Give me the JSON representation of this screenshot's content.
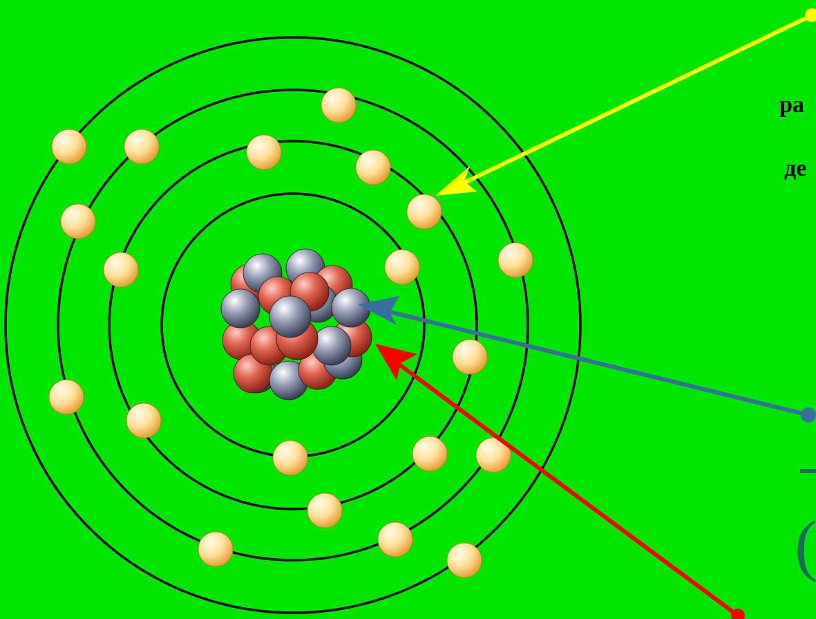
{
  "labels": {
    "line1": "ра",
    "line2": "де",
    "paren": "("
  },
  "colors": {
    "background": "#00e600",
    "orbit": "#000000",
    "electron": "#ffd070",
    "proton": "#d9473a",
    "neutron": "#8a90a8",
    "arrow_electron": "#ffff00",
    "arrow_neutron": "#3a6ea0",
    "arrow_proton": "#ff0000",
    "label_teal": "#1a6c63"
  },
  "icons": {
    "electron": "electron-sphere",
    "proton": "proton-sphere",
    "neutron": "neutron-sphere"
  }
}
